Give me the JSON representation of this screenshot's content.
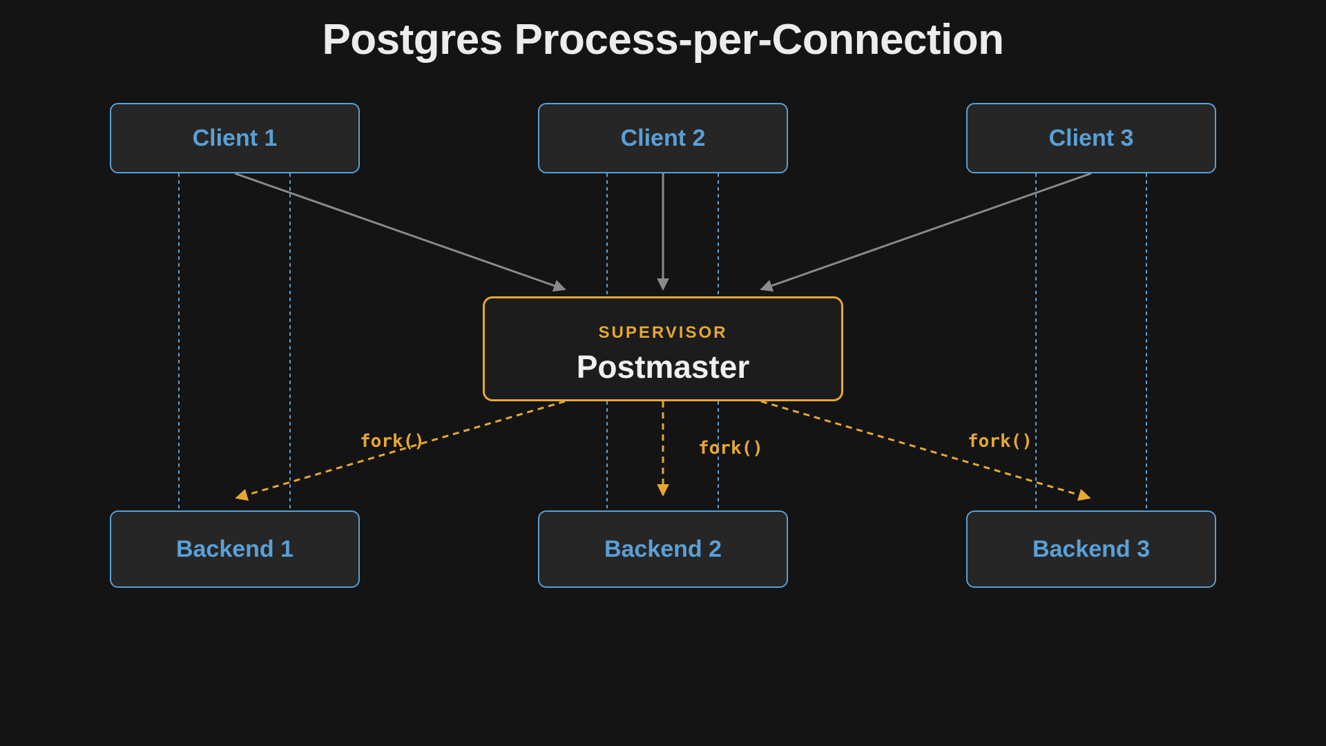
{
  "title": "Postgres Process-per-Connection",
  "clients": [
    {
      "label": "Client 1"
    },
    {
      "label": "Client 2"
    },
    {
      "label": "Client 3"
    }
  ],
  "supervisor": {
    "kicker": "SUPERVISOR",
    "name": "Postmaster"
  },
  "backends": [
    {
      "label": "Backend 1"
    },
    {
      "label": "Backend 2"
    },
    {
      "label": "Backend 3"
    }
  ],
  "fork_labels": [
    "fork()",
    "fork()",
    "fork()"
  ],
  "colors": {
    "background": "#141414",
    "client_blue": "#5aa0d6",
    "supervisor_orange": "#e6a832",
    "connect_arrow_gray": "#8a8a8a",
    "title_text": "#ececec"
  }
}
